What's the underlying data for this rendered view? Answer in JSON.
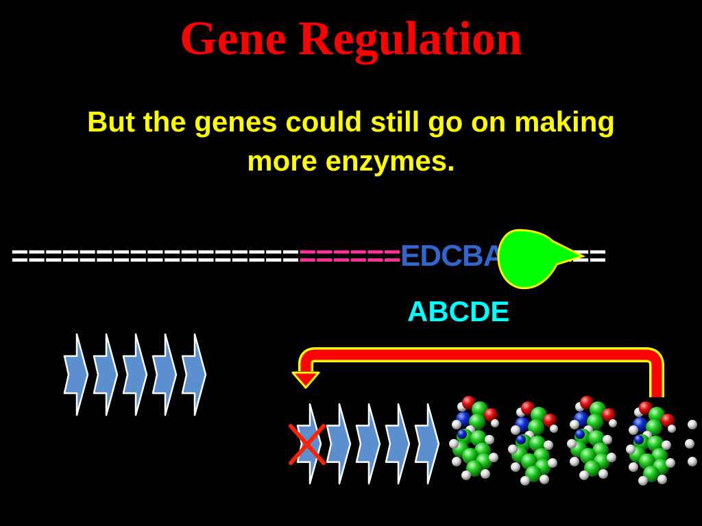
{
  "slide": {
    "title": "Gene Regulation",
    "subtitle_line1": "But the genes could still go on making",
    "subtitle_line2": "more enzymes."
  },
  "dna_strand": {
    "segment_plain": "=================",
    "segment_operator": "======",
    "gene_letter_left": "E",
    "segment_hidden": "DCB",
    "gene_letter_right": "A",
    "segment_tail": "======"
  },
  "mrna": {
    "label": "ABCDE"
  },
  "diagram": {
    "enzyme_arrow_count_top": 5,
    "enzyme_arrow_count_bottom": 5,
    "product_molecule_count": 5,
    "blocked_step_marker": "x-mark"
  },
  "colors": {
    "background": "#000000",
    "title": "#ff0000",
    "subtitle": "#ffff00",
    "dna_plain": "#ffffff",
    "dna_operator": "#ff3399",
    "dna_gene": "#3366cc",
    "mrna": "#00ffff",
    "enzyme_fill": "#5b8fd0",
    "enzyme_stroke": "#ffffff",
    "ribosome_fill": "#00ff00",
    "ribosome_stroke": "#ffff00",
    "feedback_arrow_fill": "#ff0000",
    "feedback_arrow_stroke": "#ffff00",
    "x_mark": "#ff2200"
  }
}
